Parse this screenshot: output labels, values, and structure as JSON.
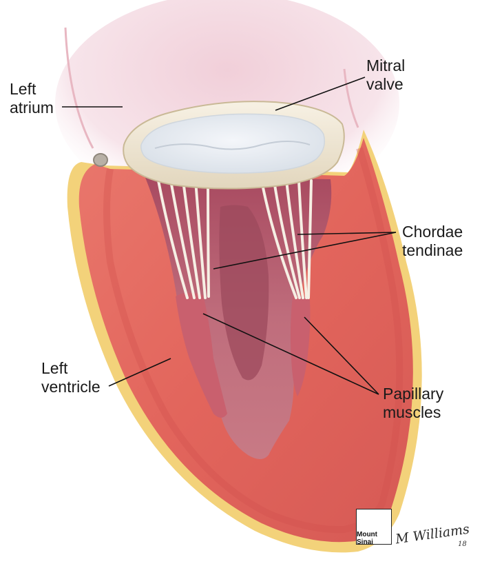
{
  "labels": {
    "left_atrium": [
      "Left",
      "atrium"
    ],
    "mitral_valve": [
      "Mitral",
      "valve"
    ],
    "chordae_tendinae": [
      "Chordae",
      "tendinae"
    ],
    "left_ventricle": [
      "Left",
      "ventricle"
    ],
    "papillary_muscles": [
      "Papillary",
      "muscles"
    ]
  },
  "credit": {
    "logo_text": [
      "Mount",
      "Sinai"
    ],
    "signature": "M Williams",
    "year": "18"
  },
  "colors": {
    "myocardium": "#e2655c",
    "myocardium_dark": "#c94c48",
    "cavity": "#b76272",
    "cavity_deep": "#9c4a5c",
    "epicardium": "#f3d27a",
    "atrium": "#f4dbe2",
    "valve_ring": "#efe6d4",
    "valve_leaflet": "#e7edf2",
    "chordae": "#f6efe4",
    "leader_line": "#111111"
  }
}
